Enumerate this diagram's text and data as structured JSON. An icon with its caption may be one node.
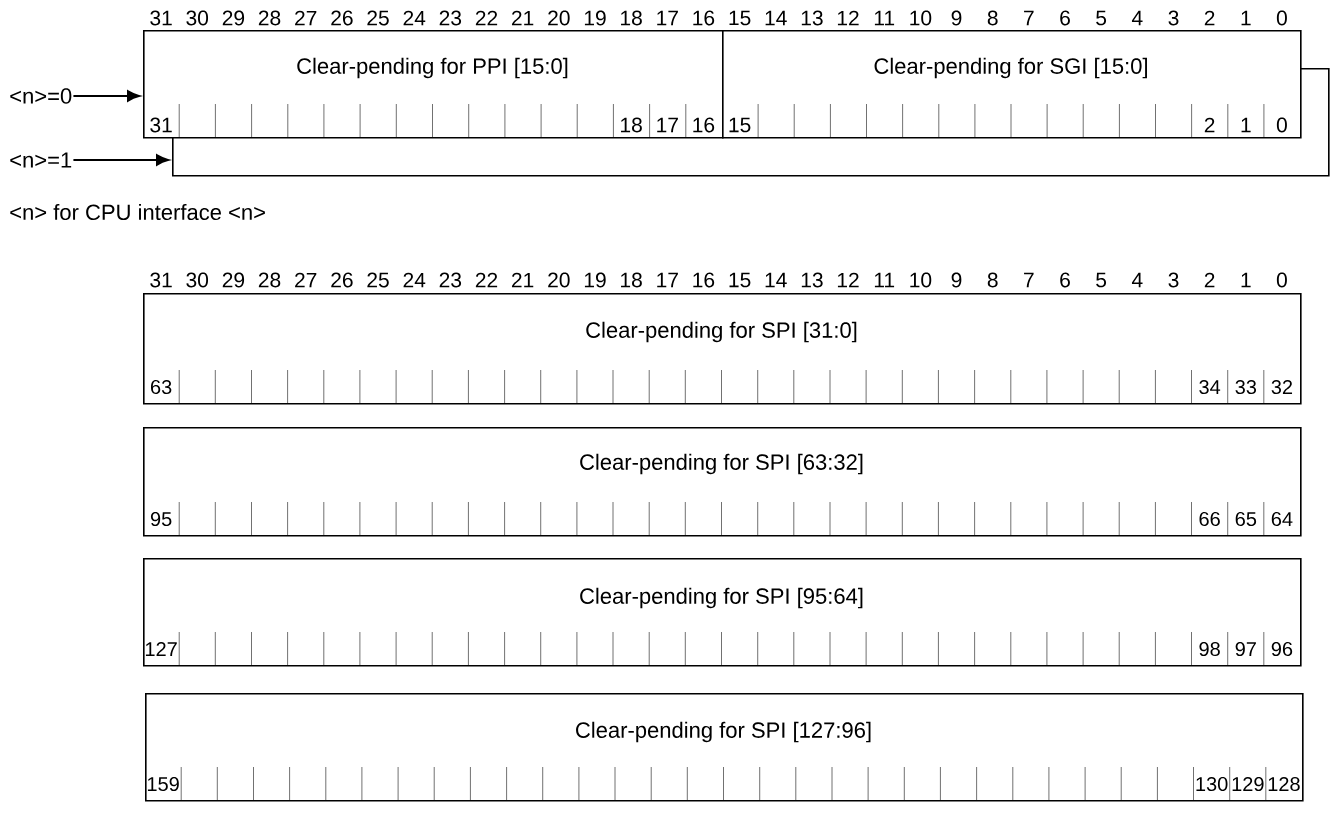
{
  "diagram": {
    "nodes": [
      {
        "text": [
          "Clear-pending for PPI [15:0]"
        ]
      },
      {
        "text": [
          "Clear-pending for SGI [15:0]"
        ]
      },
      {
        "text": [],
        "shape": "box"
      },
      {
        "text": [
          "<n>=0"
        ]
      },
      {
        "text": [
          "<n>=1"
        ]
      },
      {
        "text": [
          "Clear-pending for SPI [31:0]"
        ]
      },
      {
        "text": [
          "Clear-pending for SPI [63:32]"
        ]
      },
      {
        "text": [
          "Clear-pending for SPI [95:64]"
        ]
      },
      {
        "text": [
          "Clear-pending for SPI [127:96]"
        ]
      }
    ],
    "edges": [
      {
        "from": 3,
        "to": 0,
        "arrow": "to"
      },
      {
        "from": 4,
        "to": 2,
        "arrow": "to"
      }
    ],
    "labels": [
      "31",
      "30",
      "29",
      "28",
      "27",
      "26",
      "25",
      "24",
      "23",
      "22",
      "21",
      "20",
      "19",
      "18",
      "17",
      "16",
      "15",
      "14",
      "13",
      "12",
      "11",
      "10",
      "9",
      "8",
      "7",
      "6",
      "5",
      "4",
      "3",
      "2",
      "1",
      "0",
      "31",
      "18",
      "17",
      "16",
      "15",
      "2",
      "1",
      "0",
      "<n> for CPU interface <n>",
      "31",
      "30",
      "29",
      "28",
      "27",
      "26",
      "25",
      "24",
      "23",
      "22",
      "21",
      "20",
      "19",
      "18",
      "17",
      "16",
      "15",
      "14",
      "13",
      "12",
      "11",
      "10",
      "9",
      "8",
      "7",
      "6",
      "5",
      "4",
      "3",
      "2",
      "1",
      "0",
      "63",
      "34",
      "33",
      "32",
      "95",
      "66",
      "65",
      "64",
      "127",
      "98",
      "97",
      "96",
      "159",
      "130",
      "129",
      "128"
    ]
  }
}
